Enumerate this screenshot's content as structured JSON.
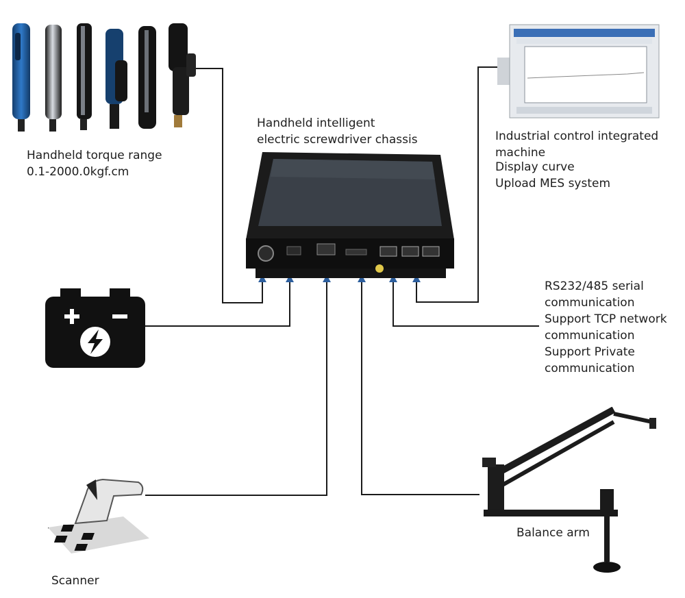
{
  "labels": {
    "chassis_line1": "Handheld intelligent",
    "chassis_line2": "electric screwdriver chassis",
    "torque_line1": "Handheld torque range",
    "torque_line2": "0.1-2000.0kgf.cm",
    "ipc_line1": "Industrial control integrated",
    "ipc_line2": "machine",
    "ipc_line3": "Display curve",
    "ipc_line4": "Upload MES system",
    "comm_line1": "RS232/485 serial",
    "comm_line2": "communication",
    "comm_line3": "Support TCP network",
    "comm_line4": "communication",
    "comm_line5": "Support Private",
    "comm_line6": "communication",
    "balance_arm": "Balance arm",
    "scanner": "Scanner"
  },
  "colors": {
    "wire": "#1a1a1a",
    "arrow": "#2d5f9e",
    "device_body": "#161616",
    "screen": "#3a4048",
    "screwdriver_blue": "#1f5a9c"
  },
  "icons": {
    "screwdrivers": "screwdriver-tools-icon",
    "battery": "battery-power-icon",
    "ipc": "industrial-pc-icon",
    "scanner": "barcode-scanner-icon",
    "arm": "balance-arm-icon",
    "chassis": "controller-chassis-icon"
  }
}
